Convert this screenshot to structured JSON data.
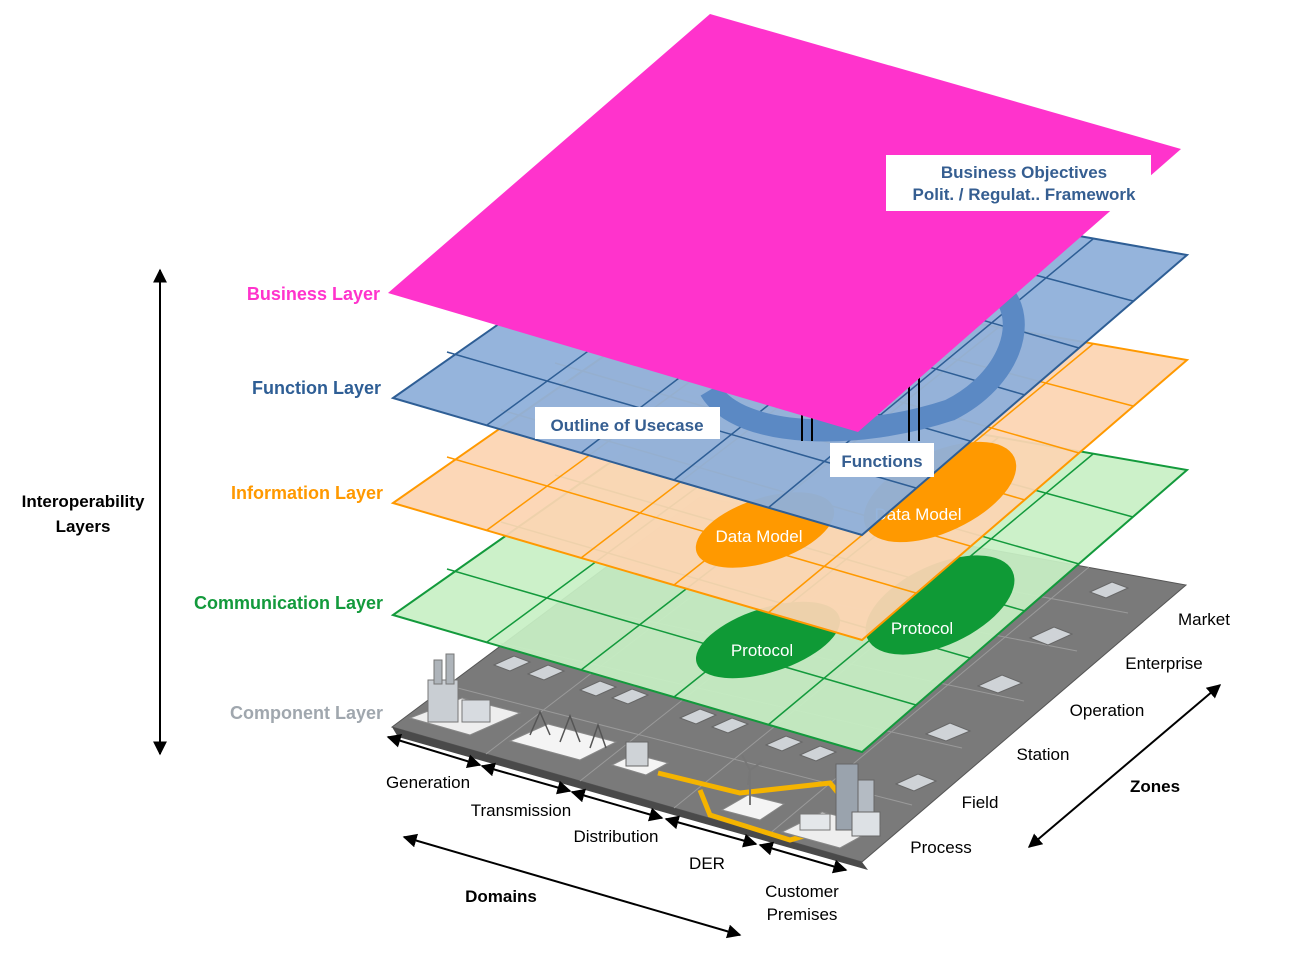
{
  "layers": {
    "business": {
      "label": "Business Layer",
      "color": "#ff33cc"
    },
    "function": {
      "label": "Function Layer",
      "color": "#2e5e95"
    },
    "information": {
      "label": "Information Layer",
      "color": "#ff9900"
    },
    "communication": {
      "label": "Communication Layer",
      "color": "#139a3c"
    },
    "component": {
      "label": "Component Layer",
      "color": "#a0a7ae"
    }
  },
  "axes": {
    "interoperability": [
      "Interoperability",
      "Layers"
    ],
    "zones_title": "Zones",
    "domains_title": "Domains"
  },
  "business_box": [
    "Business Objectives",
    "Polit. / Regulat.. Framework"
  ],
  "callouts": {
    "outline": "Outline of Usecase",
    "functions": "Functions",
    "data_model_1": "Data Model",
    "data_model_2": "Data Model",
    "protocol_1": "Protocol",
    "protocol_2": "Protocol"
  },
  "zones": [
    "Market",
    "Enterprise",
    "Operation",
    "Station",
    "Field",
    "Process"
  ],
  "domains": [
    "Generation",
    "Transmission",
    "Distribution",
    "DER",
    "Customer",
    "Premises"
  ]
}
